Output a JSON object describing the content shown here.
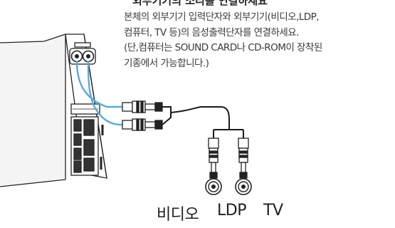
{
  "heading_fragment": "외부기기의 소리를 연결하세요",
  "instruction": {
    "lines": [
      "본체의 외부기기 입력단자와 외부기기(비디오,LDP,",
      "컴퓨터, TV 등)의 음성출력단자를 연결하세요.",
      "(단,컴퓨터는 SOUND CARD나 CD-ROM이 장착된",
      "기종에서 가능합니다.)"
    ]
  },
  "device_labels": {
    "video": "비디오",
    "ldp": "LDP",
    "tv": "TV"
  },
  "colors": {
    "cable_blue": "#5aa9d6",
    "cable_black": "#1a1a1a",
    "line_art": "#222222"
  },
  "icons": [
    "monitor-back-panel",
    "rca-jack",
    "rca-plug",
    "y-cable"
  ]
}
